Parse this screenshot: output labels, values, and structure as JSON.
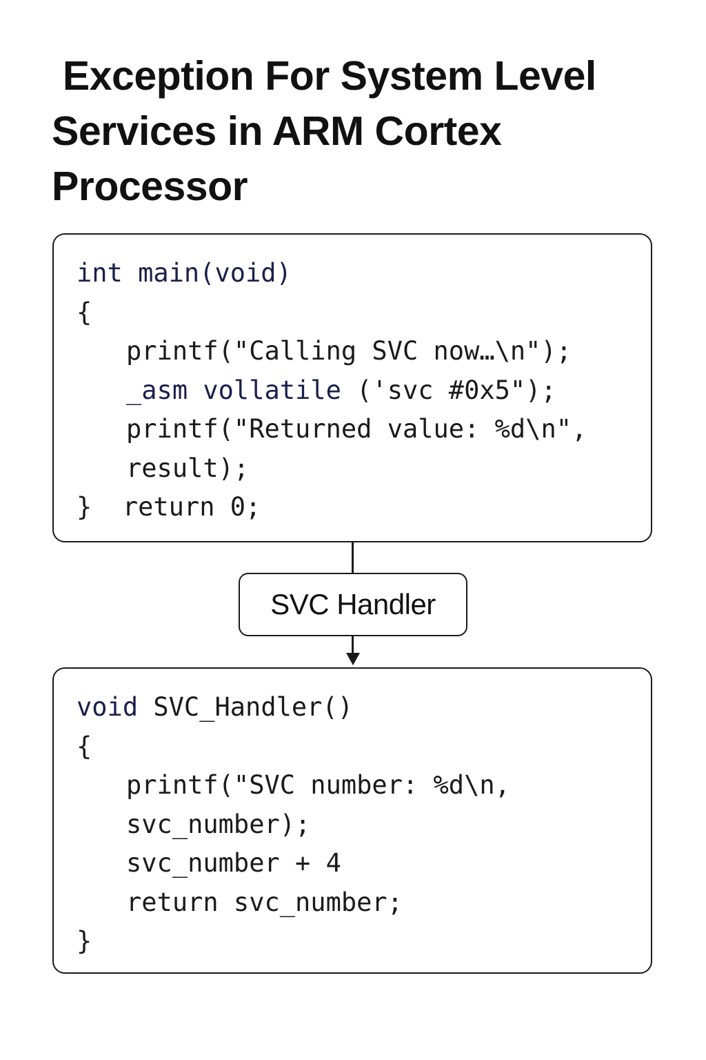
{
  "title": {
    "line1": " Exception For System Level",
    "line2": "Services in ARM Cortex",
    "line3": "Processor"
  },
  "main_code": {
    "line1_kw": "int main(void)",
    "line2": "{",
    "line3": "printf(\"Calling SVC now…\\n\");",
    "line4_kw1": "_asm vollatile",
    "line4_rest": " ('svc #0x5\");",
    "line5": "printf(\"Returned value: %d\\n\",",
    "line6": "result);",
    "line7": "}  return 0;"
  },
  "handler_node": {
    "label": "SVC Handler"
  },
  "handler_code": {
    "line1_kw": "void",
    "line1_rest": " SVC_Handler()",
    "line2": "{",
    "line3": "printf(\"SVC number: %d\\n,",
    "line4": "svc_number);",
    "line5": "svc_number + 4",
    "line6": "return svc_number;",
    "line7": "}"
  },
  "colors": {
    "keyword": "#1a1f4a",
    "text": "#1a1a1a",
    "border": "#1a1a1a",
    "background": "#ffffff"
  }
}
